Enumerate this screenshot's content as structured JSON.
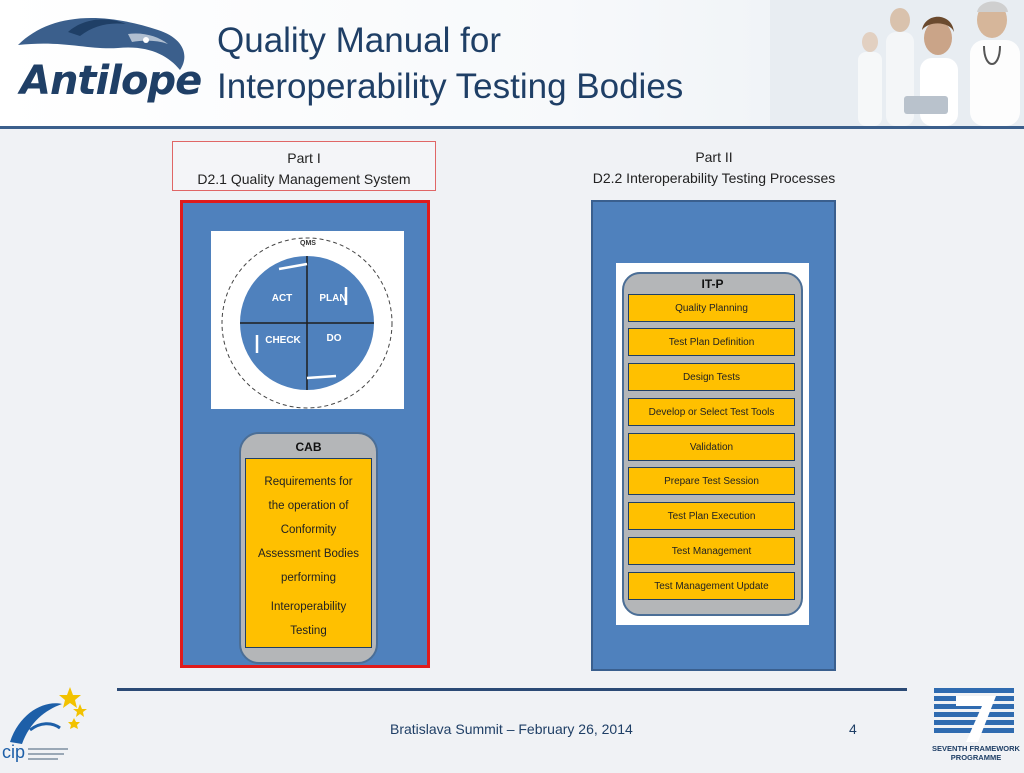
{
  "header": {
    "title_line1": "Quality Manual for",
    "title_line2": "Interoperability Testing Bodies",
    "logo_text": "Antilope"
  },
  "part1": {
    "label": "Part I",
    "doc": "D2.1 Quality Management System",
    "qms": {
      "title": "QMS",
      "quadrants": [
        "ACT",
        "PLAN",
        "CHECK",
        "DO"
      ]
    },
    "cab": {
      "title": "CAB",
      "lines": [
        "Requirements for",
        "the operation  of",
        "Conformity",
        "Assessment Bodies",
        "performing",
        "Interoperability",
        "Testing"
      ]
    }
  },
  "part2": {
    "label": "Part II",
    "doc": "D2.2 Interoperability Testing Processes",
    "itp": {
      "title": "IT-P",
      "steps": [
        "Quality Planning",
        "Test Plan Definition",
        "Design Tests",
        "Develop or Select Test Tools",
        "Validation",
        "Prepare Test Session",
        "Test Plan Execution",
        "Test Management",
        "Test Management Update"
      ]
    }
  },
  "footer": {
    "text": "Bratislava Summit – February 26, 2014",
    "page": "4",
    "cip_text": "cip",
    "fp7_text_line1": "SEVENTH FRAMEWORK",
    "fp7_text_line2": "PROGRAMME"
  },
  "colors": {
    "title": "#1f3f66",
    "panel": "#4f81bd",
    "highlight_border": "#e01b1b",
    "step_fill": "#ffc000",
    "container_fill": "#b4b6b8"
  }
}
